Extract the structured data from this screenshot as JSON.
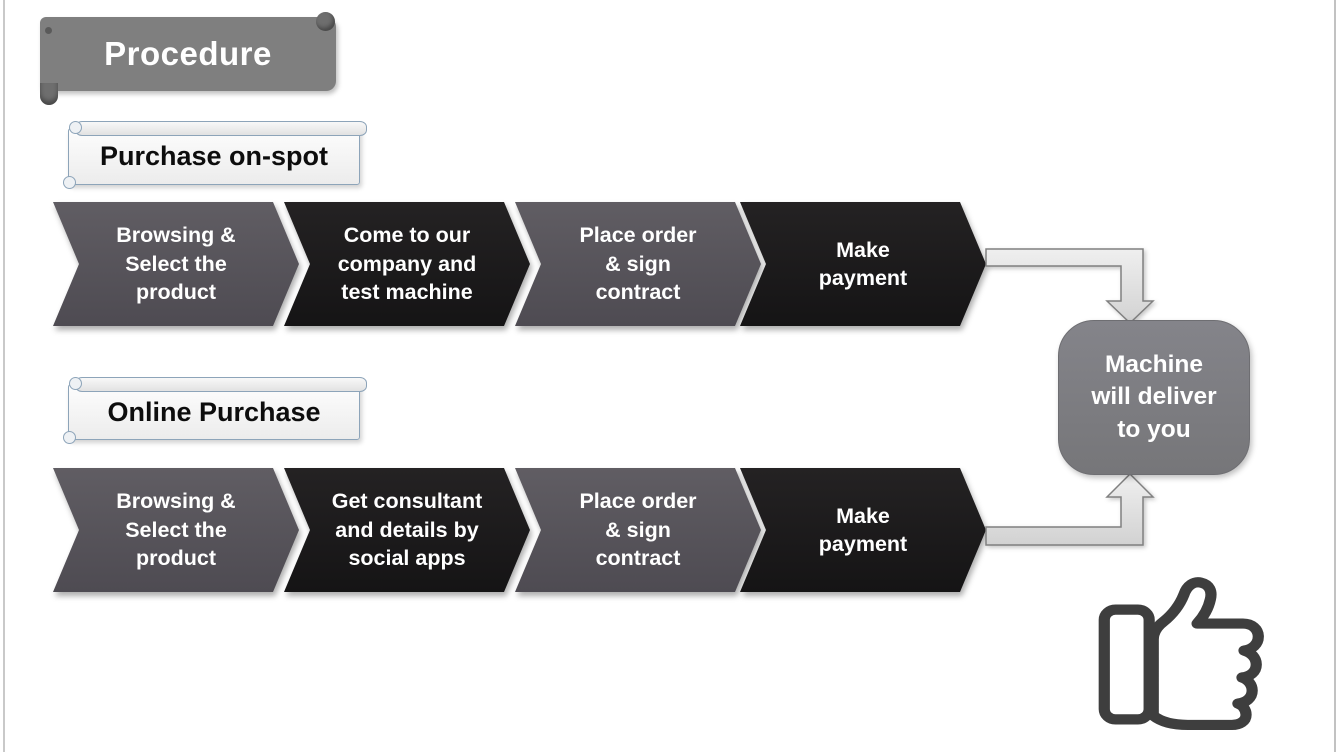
{
  "title_banner": {
    "label": "Procedure"
  },
  "sections": [
    {
      "label": "Purchase on-spot",
      "steps": [
        {
          "text": "Browsing &\nSelect the\nproduct",
          "tone": "gray"
        },
        {
          "text": "Come to our\ncompany and\ntest machine",
          "tone": "black"
        },
        {
          "text": "Place order\n& sign\ncontract",
          "tone": "gray"
        },
        {
          "text": "Make\npayment",
          "tone": "black"
        }
      ]
    },
    {
      "label": "Online Purchase",
      "steps": [
        {
          "text": "Browsing &\nSelect the\nproduct",
          "tone": "gray"
        },
        {
          "text": "Get consultant\nand details by\nsocial apps",
          "tone": "black"
        },
        {
          "text": "Place order\n& sign\ncontract",
          "tone": "gray"
        },
        {
          "text": "Make\npayment",
          "tone": "black"
        }
      ]
    }
  ],
  "result_box": {
    "text": "Machine\nwill deliver\nto you"
  },
  "icons": {
    "top_connector": "elbow-arrow-down-icon",
    "bottom_connector": "elbow-arrow-up-icon",
    "thumbs_up": "thumbs-up-icon"
  },
  "palette": {
    "ribbon_gray": "#7f7f7f",
    "chevron_gray": "#56535a",
    "chevron_black": "#1b1a1b",
    "result_box_gray": "#7d7d81",
    "connector_fill": "#dcdcdc",
    "connector_stroke": "#808080",
    "scroll_border": "#8da4b9",
    "scroll_fill": "#f2f2f2",
    "thumb_stroke": "#3e3e3e"
  }
}
